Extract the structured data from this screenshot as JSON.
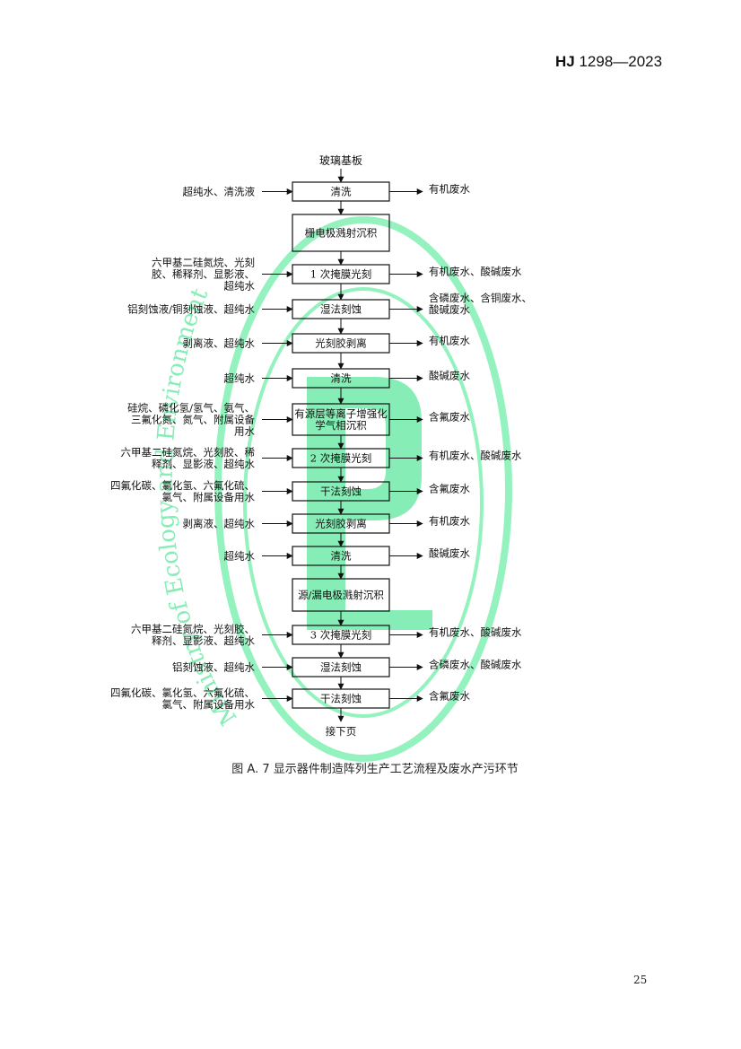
{
  "header": {
    "code_prefix": "HJ",
    "code_number": " 1298—2023"
  },
  "figure": {
    "top_input": "玻璃基板",
    "bottom_output": "接下页",
    "caption": "图 A. 7    显示器件制造阵列生产工艺流程及废水产污环节",
    "steps": [
      {
        "box": [
          "清洗"
        ],
        "inputs": [
          "超纯水、清洗液"
        ],
        "outputs": [
          "有机废水"
        ]
      },
      {
        "box": [
          "栅电极溅射沉积"
        ],
        "inputs": [],
        "outputs": []
      },
      {
        "box": [
          "1 次掩膜光刻"
        ],
        "inputs": [
          "六甲基二硅氮烷、光刻",
          "胶、稀释剂、显影液、",
          "超纯水"
        ],
        "outputs": [
          "有机废水、酸碱废水"
        ]
      },
      {
        "box": [
          "湿法刻蚀"
        ],
        "inputs": [
          "铝刻蚀液/铜刻蚀液、超纯水"
        ],
        "outputs": [
          "含磷废水、含铜废水、",
          "酸碱废水"
        ]
      },
      {
        "box": [
          "光刻胶剥离"
        ],
        "inputs": [
          "剥离液、超纯水"
        ],
        "outputs": [
          "有机废水"
        ]
      },
      {
        "box": [
          "清洗"
        ],
        "inputs": [
          "超纯水"
        ],
        "outputs": [
          "酸碱废水"
        ]
      },
      {
        "box": [
          "有源层等离子增强化",
          "学气相沉积"
        ],
        "inputs": [
          "硅烷、磷化氢/氢气、氨气、",
          "三氟化氮、氮气、附属设备",
          "用水"
        ],
        "outputs": [
          "含氟废水"
        ]
      },
      {
        "box": [
          "2 次掩膜光刻"
        ],
        "inputs": [
          "六甲基二硅氮烷、光刻胶、稀",
          "释剂、显影液、超纯水"
        ],
        "outputs": [
          "有机废水、酸碱废水"
        ]
      },
      {
        "box": [
          "干法刻蚀"
        ],
        "inputs": [
          "四氟化碳、氯化氢、六氟化硫、",
          "氯气、附属设备用水"
        ],
        "outputs": [
          "含氟废水"
        ]
      },
      {
        "box": [
          "光刻胶剥离"
        ],
        "inputs": [
          "剥离液、超纯水"
        ],
        "outputs": [
          "有机废水"
        ]
      },
      {
        "box": [
          "清洗"
        ],
        "inputs": [
          "超纯水"
        ],
        "outputs": [
          "酸碱废水"
        ]
      },
      {
        "box": [
          "源/漏电极溅射沉积"
        ],
        "inputs": [],
        "outputs": []
      },
      {
        "box": [
          "3 次掩膜光刻"
        ],
        "inputs": [
          "六甲基二硅氮烷、光刻胶、",
          "释剂、显影液、超纯水"
        ],
        "outputs": [
          "有机废水、酸碱废水"
        ]
      },
      {
        "box": [
          "湿法刻蚀"
        ],
        "inputs": [
          "铝刻蚀液、超纯水"
        ],
        "outputs": [
          "含磷废水、酸碱废水"
        ]
      },
      {
        "box": [
          "干法刻蚀"
        ],
        "inputs": [
          "四氟化碳、氯化氢、六氟化硫、",
          "氯气、附属设备用水"
        ],
        "outputs": [
          "含氟废水"
        ]
      }
    ]
  },
  "watermark": {
    "text": "Ministry of Ecology and Environment",
    "color": "#22e07a"
  },
  "page_number": "25"
}
